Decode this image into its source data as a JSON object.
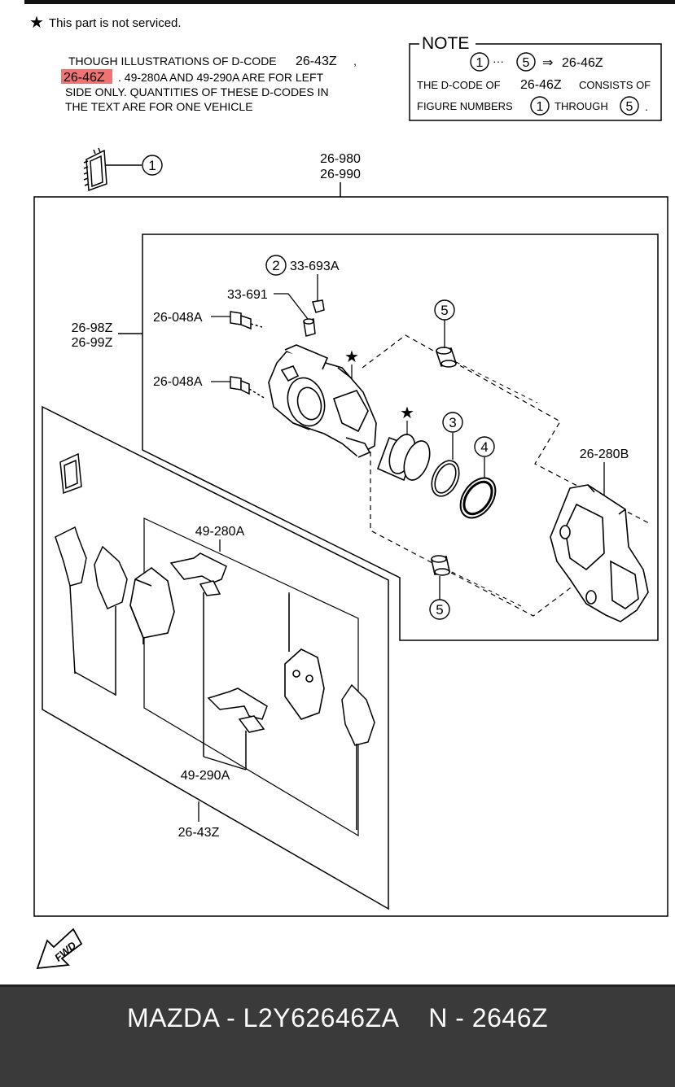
{
  "legend": {
    "star_symbol": "★",
    "text": "This part is not serviced."
  },
  "intro": {
    "line1_prefix": "THOUGH ILLUSTRATIONS OF D-CODE",
    "line1_code": "26-43Z",
    "line1_sep": ",",
    "line2_highlight": "26-46Z",
    "line2_rest": ". 49-280A  AND 49-290A  ARE  FOR  LEFT",
    "line3": "SIDE  ONLY.  QUANTITIES  OF  THESE  D-CODES  IN",
    "line4": "THE  TEXT  ARE  FOR  ONE  VEHICLE",
    "highlight_color": "#ef7373"
  },
  "note": {
    "title": "NOTE",
    "range_start": "1",
    "range_dots": "···",
    "range_end": "5",
    "arrow": "⇒",
    "range_code": "26-46Z",
    "line2_prefix": "THE D-CODE OF",
    "line2_code": "26-46Z",
    "line2_suffix": "CONSISTS OF",
    "line3_prefix": "FIGURE NUMBERS",
    "line3_start": "1",
    "line3_through": "THROUGH",
    "line3_end": "5",
    "line3_period": "."
  },
  "callouts": {
    "c1": "1",
    "c2": "2",
    "c3": "3",
    "c4": "4",
    "c5_top": "5",
    "c5_bottom": "5"
  },
  "part_codes": {
    "assembly_a": "26-980",
    "assembly_b": "26-990",
    "caliper_a": "26-98Z",
    "caliper_b": "26-99Z",
    "bleeder_cap": "33-693A",
    "bleeder_screw": "33-691",
    "bolt_upper": "26-048A",
    "bolt_lower": "26-048A",
    "bracket": "26-280B",
    "shim_kit": "49-280A",
    "clip_kit": "49-290A",
    "pad_set": "26-43Z"
  },
  "stars": {
    "caliper": "★",
    "piston": "★"
  },
  "fwd_label": "FWD",
  "footer": {
    "text": "MAZDA - L2Y62646ZA    N - 2646Z"
  }
}
